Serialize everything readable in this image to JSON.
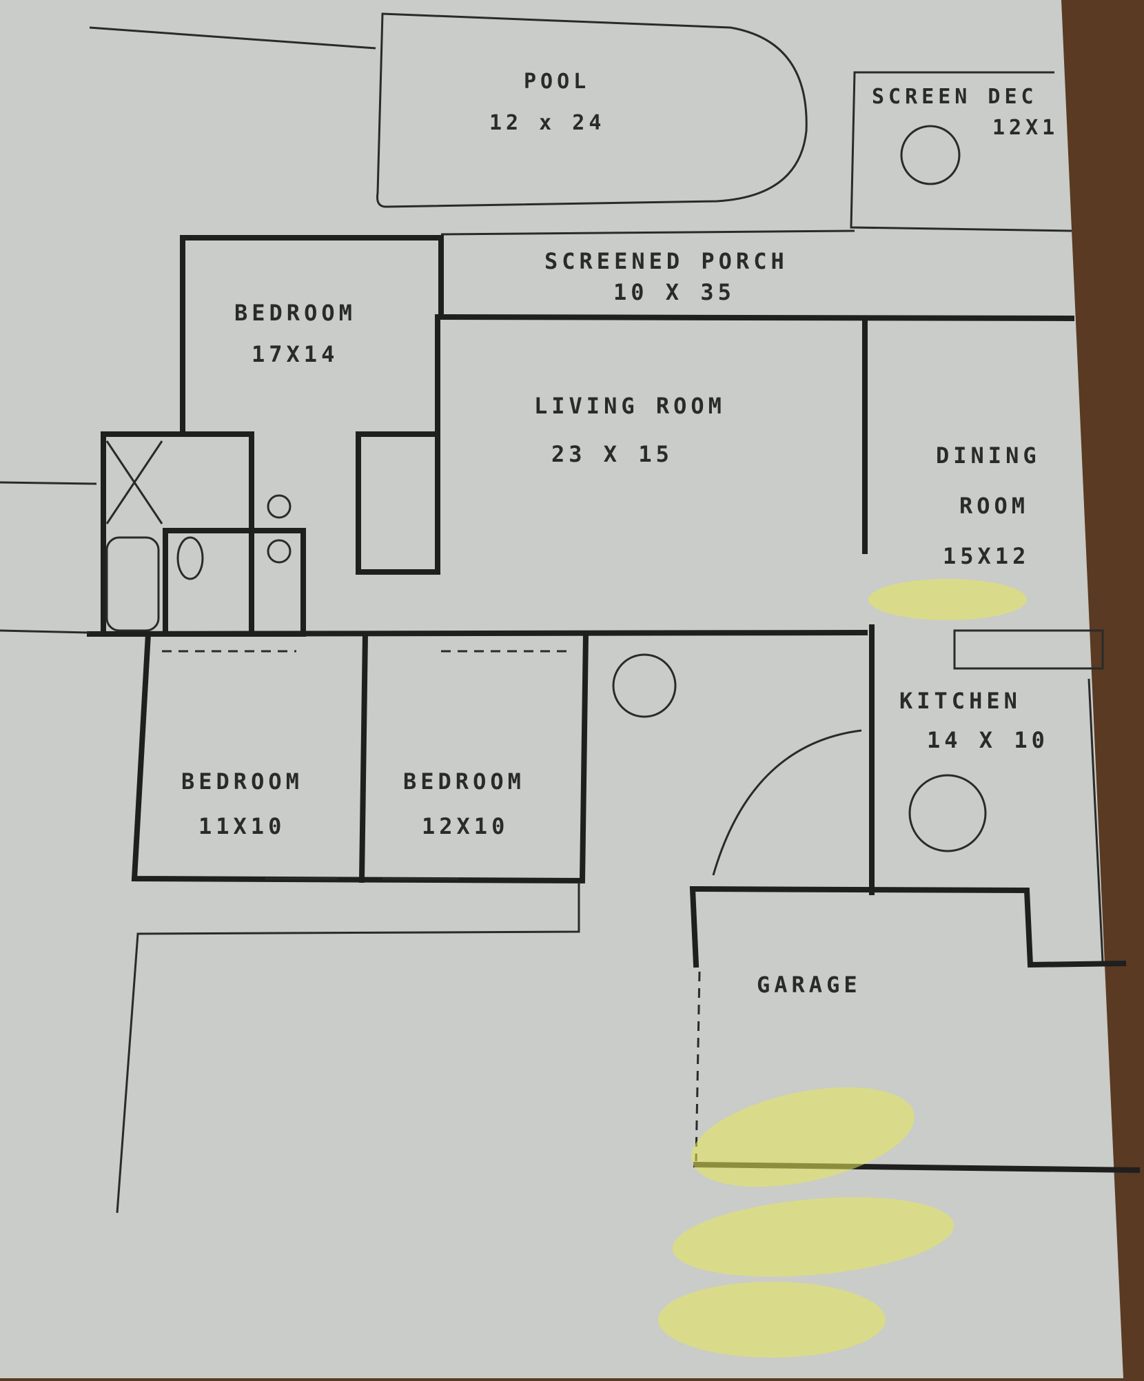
{
  "rooms": {
    "pool": {
      "name": "POOL",
      "size": "12 x 24"
    },
    "screen_deck": {
      "name": "SCREEN DEC",
      "size": "12X1"
    },
    "screened_porch": {
      "name": "SCREENED PORCH",
      "size": "10 X 35"
    },
    "master_bedroom": {
      "name": "BEDROOM",
      "size": "17X14"
    },
    "living_room": {
      "name": "LIVING ROOM",
      "size": "23 X 15"
    },
    "dining_room": {
      "name": "DINING",
      "name2": "ROOM",
      "size": "15X12"
    },
    "kitchen": {
      "name": "KITCHEN",
      "size": "14 X 10"
    },
    "bedroom_2": {
      "name": "BEDROOM",
      "size": "11X10"
    },
    "bedroom_3": {
      "name": "BEDROOM",
      "size": "12X10"
    },
    "garage": {
      "name": "GARAGE"
    }
  },
  "colors": {
    "paper": "#c9ccc8",
    "wall": "#1f1f1f",
    "highlight": "#e6e85a",
    "background": "#5a3a22"
  }
}
